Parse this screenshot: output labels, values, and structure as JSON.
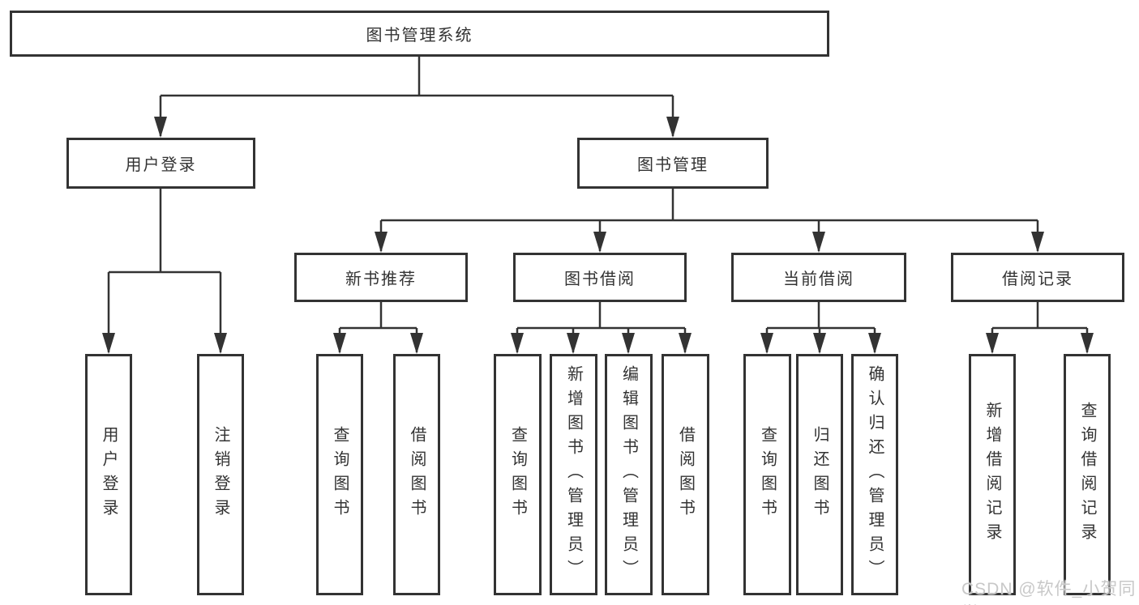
{
  "diagram": {
    "root": {
      "label": "图书管理系统"
    },
    "branches": {
      "user_login": {
        "label": "用户登录",
        "children": [
          "用户登录",
          "注销登录"
        ]
      },
      "book_mgmt": {
        "label": "图书管理"
      }
    },
    "modules": {
      "new_books": {
        "label": "新书推荐",
        "children": [
          "查询图书",
          "借阅图书"
        ]
      },
      "book_borrow": {
        "label": "图书借阅",
        "children": [
          "查询图书",
          "新增图书（管理员）",
          "编辑图书（管理员）",
          "借阅图书"
        ]
      },
      "current_borrow": {
        "label": "当前借阅",
        "children": [
          "查询图书",
          "归还图书",
          "确认归还（管理员）"
        ]
      },
      "borrow_records": {
        "label": "借阅记录",
        "children": [
          "新增借阅记录",
          "查询借阅记录"
        ]
      }
    }
  },
  "watermark": {
    "text": "CSDN @软件_小贺同学",
    "color": "#c8c8c8"
  },
  "colors": {
    "line": "#333333",
    "border": "#333333",
    "text": "#333333",
    "background": "#ffffff"
  }
}
